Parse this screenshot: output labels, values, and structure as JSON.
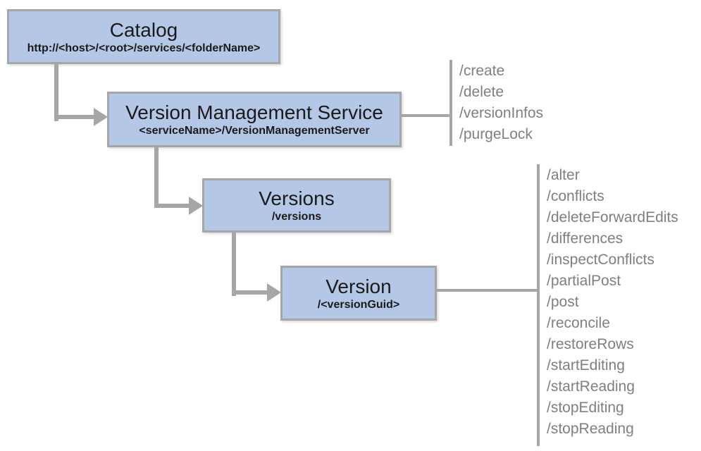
{
  "nodes": [
    {
      "title": "Catalog",
      "subtitle": "http://<host>/<root>/services/<folderName>"
    },
    {
      "title": "Version Management Service",
      "subtitle": "<serviceName>/VersionManagementServer"
    },
    {
      "title": "Versions",
      "subtitle": "/versions"
    },
    {
      "title": "Version",
      "subtitle": "/<versionGuid>"
    }
  ],
  "operations": {
    "version_management_service": [
      "/create",
      "/delete",
      "/versionInfos",
      "/purgeLock"
    ],
    "version": [
      "/alter",
      "/conflicts",
      "/deleteForwardEdits",
      "/differences",
      "/inspectConflicts",
      "/partialPost",
      "/post",
      "/reconcile",
      "/restoreRows",
      "/startEditing",
      "/startReading",
      "/stopEditing",
      "/stopReading"
    ]
  },
  "colors": {
    "node_fill": "#b4c7e7",
    "node_border": "#a6a6a6",
    "connector": "#a6a6a6",
    "node_text": "#1a1a1a",
    "operation_text": "#7f7f7f",
    "background": "#ffffff"
  }
}
